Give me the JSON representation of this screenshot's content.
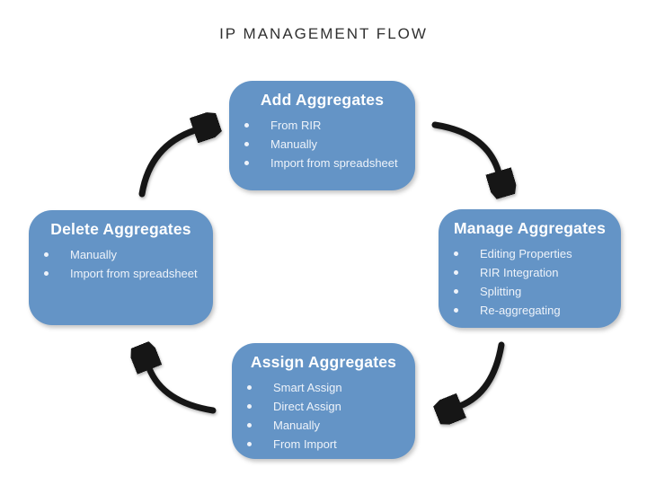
{
  "title": "IP MANAGEMENT FLOW",
  "colors": {
    "box_fill": "#6494c6",
    "box_title_text": "#ffffff",
    "box_item_text": "#eef3fa",
    "arrow": "#161616",
    "title_text": "#303030"
  },
  "boxes": [
    {
      "id": "add-aggregates",
      "title": "Add Aggregates",
      "items": [
        "From RIR",
        "Manually",
        "Import from spreadsheet"
      ]
    },
    {
      "id": "manage-aggregates",
      "title": "Manage Aggregates",
      "items": [
        "Editing Properties",
        "RIR Integration",
        "Splitting",
        "Re-aggregating"
      ]
    },
    {
      "id": "assign-aggregates",
      "title": "Assign Aggregates",
      "items": [
        "Smart Assign",
        "Direct Assign",
        "Manually",
        "From Import"
      ]
    },
    {
      "id": "delete-aggregates",
      "title": "Delete Aggregates",
      "items": [
        "Manually",
        "Import from spreadsheet"
      ]
    }
  ],
  "arrows": [
    {
      "from": "Add Aggregates",
      "to": "Manage Aggregates"
    },
    {
      "from": "Manage Aggregates",
      "to": "Assign Aggregates"
    },
    {
      "from": "Assign Aggregates",
      "to": "Delete Aggregates"
    },
    {
      "from": "Delete Aggregates",
      "to": "Add Aggregates"
    }
  ]
}
